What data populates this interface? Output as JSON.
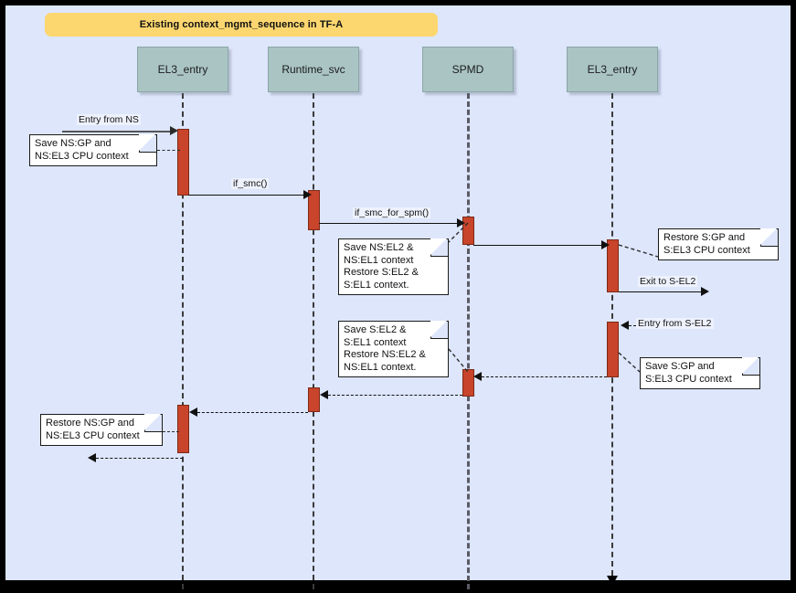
{
  "diagram": {
    "title": "Existing context_mgmt_sequence in TF-A",
    "type": "uml-sequence-diagram",
    "colors": {
      "canvas_background": "#dde6fb",
      "outer_border": "#000000",
      "title_banner": "#fcd770",
      "actor_box": "#aac4c4",
      "activation_bar": "#c8442a",
      "note_background": "#ffffff",
      "line": "#111111"
    }
  },
  "actors": [
    {
      "id": "el3_entry_left",
      "label": "EL3_entry"
    },
    {
      "id": "runtime_svc",
      "label": "Runtime_svc"
    },
    {
      "id": "spmd",
      "label": "SPMD"
    },
    {
      "id": "el3_entry_right",
      "label": "EL3_entry"
    }
  ],
  "messages": [
    {
      "id": "m1",
      "label": "Entry from NS",
      "kind": "call",
      "from": "external",
      "to": "el3_entry_left"
    },
    {
      "id": "m2",
      "label": "if_smc()",
      "kind": "call",
      "from": "el3_entry_left",
      "to": "runtime_svc"
    },
    {
      "id": "m3",
      "label": "if_smc_for_spm()",
      "kind": "call",
      "from": "runtime_svc",
      "to": "spmd"
    },
    {
      "id": "m4",
      "label": "",
      "kind": "call",
      "from": "spmd",
      "to": "el3_entry_right"
    },
    {
      "id": "m5",
      "label": "Exit to S-EL2",
      "kind": "call",
      "from": "el3_entry_right",
      "to": "external"
    },
    {
      "id": "m6",
      "label": "Entry from S-EL2",
      "kind": "return",
      "from": "external",
      "to": "el3_entry_right"
    },
    {
      "id": "m7",
      "label": "",
      "kind": "return",
      "from": "el3_entry_right",
      "to": "spmd"
    },
    {
      "id": "m8",
      "label": "",
      "kind": "return",
      "from": "spmd",
      "to": "runtime_svc"
    },
    {
      "id": "m9",
      "label": "",
      "kind": "return",
      "from": "runtime_svc",
      "to": "el3_entry_left"
    },
    {
      "id": "m10",
      "label": "",
      "kind": "return",
      "from": "el3_entry_left",
      "to": "external"
    }
  ],
  "notes": [
    {
      "id": "note1",
      "attached_to": "el3_entry_left",
      "lines": [
        "Save NS:GP and",
        "NS:EL3 CPU context"
      ]
    },
    {
      "id": "note2",
      "attached_to": "spmd",
      "lines": [
        "Save NS:EL2 &",
        "NS:EL1 context",
        "Restore S:EL2 &",
        "S:EL1 context."
      ]
    },
    {
      "id": "note3",
      "attached_to": "el3_entry_right",
      "lines": [
        "Restore S:GP and",
        "S:EL3 CPU context"
      ]
    },
    {
      "id": "note4",
      "attached_to": "spmd",
      "lines": [
        "Save S:EL2 &",
        "S:EL1 context",
        "Restore NS:EL2 &",
        "NS:EL1 context."
      ]
    },
    {
      "id": "note5",
      "attached_to": "el3_entry_right",
      "lines": [
        "Save S:GP and",
        "S:EL3 CPU context"
      ]
    },
    {
      "id": "note6",
      "attached_to": "el3_entry_left",
      "lines": [
        "Restore NS:GP and",
        "NS:EL3 CPU context"
      ]
    }
  ]
}
